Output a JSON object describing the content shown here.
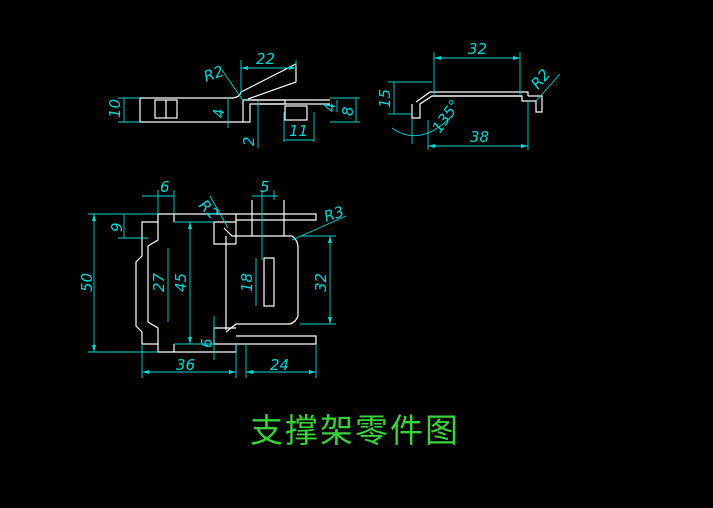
{
  "title": "支撑架零件图",
  "colors": {
    "background": "#000000",
    "part_lines": "#ffffff",
    "dimensions": "#00d8d8",
    "title": "#3ad23a"
  },
  "dimensions": {
    "top_left": {
      "d22": "22",
      "r2": "R2",
      "d10": "10",
      "d4a": "4",
      "d4b": "4",
      "d8": "8",
      "d2": "2",
      "d11": "11"
    },
    "top_right": {
      "d32": "32",
      "d15": "15",
      "d135": "135°",
      "d38": "38",
      "r2": "R2"
    },
    "bottom": {
      "d6a": "6",
      "r2": "R2",
      "d5": "5",
      "r3": "R3",
      "d9": "9",
      "d50": "50",
      "d27": "27",
      "d45": "45",
      "d18": "18",
      "d32": "32",
      "d6b": "6",
      "d36": "36",
      "d24": "24"
    }
  }
}
